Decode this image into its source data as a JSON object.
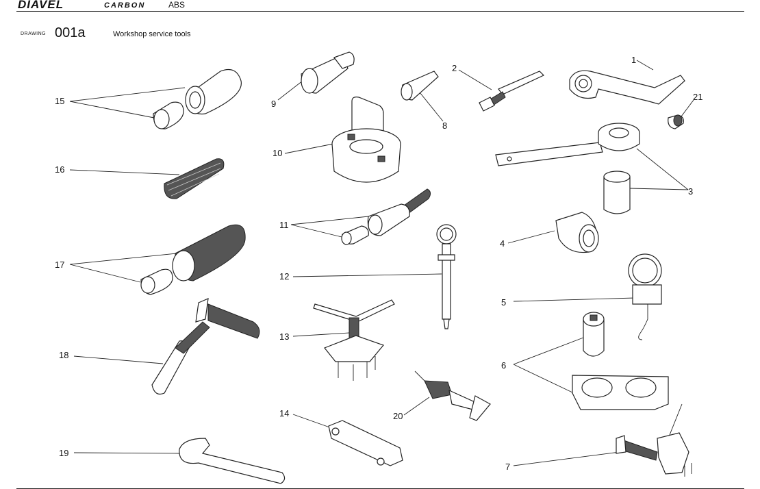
{
  "header": {
    "brand": "DIAVEL",
    "model": "CARBON",
    "variant": "ABS"
  },
  "drawing": {
    "label": "DRAWING",
    "number": "001a",
    "title": "Workshop service tools"
  },
  "callouts": [
    "1",
    "2",
    "3",
    "4",
    "5",
    "6",
    "7",
    "8",
    "9",
    "10",
    "11",
    "12",
    "13",
    "14",
    "15",
    "16",
    "17",
    "18",
    "19",
    "20",
    "21"
  ]
}
